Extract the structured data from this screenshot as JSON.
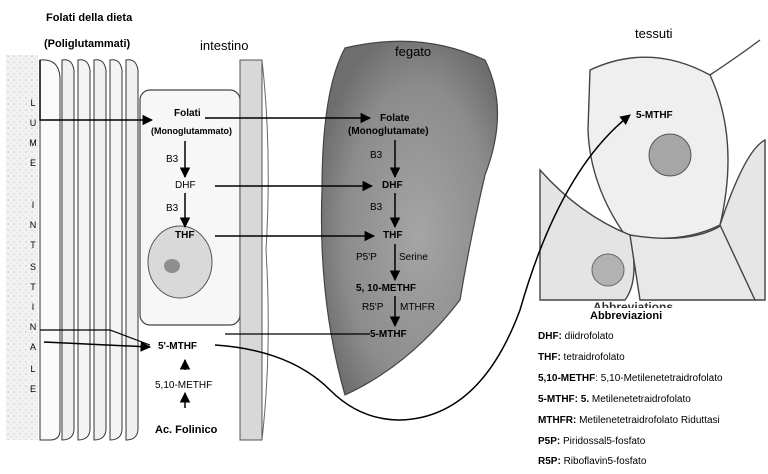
{
  "headings": {
    "diet_line1": "Folati della dieta",
    "diet_line2": "(Poliglutammati)",
    "intestine": "intestino",
    "liver": "fegato",
    "tissues": "tessuti"
  },
  "lumen_letters": [
    "L",
    "U",
    "M",
    "E",
    "I",
    "N",
    "T",
    "S",
    "T",
    "I",
    "N",
    "A",
    "L",
    "E"
  ],
  "intestine": {
    "folati": "Folati",
    "monoglut": "(Monoglutammato)",
    "b3_1": "B3",
    "dhf": "DHF",
    "b3_2": "B3",
    "thf": "THF",
    "mthf": "5'-MTHF",
    "metthf": "5,10-METHF",
    "acfolinico": "Ac. Folinico"
  },
  "liver": {
    "folate": "Folate",
    "monoglut": "(Monoglutamate)",
    "b3_1": "B3",
    "dhf": "DHF",
    "b3_2": "B3",
    "thf": "THF",
    "p5p": "P5'P",
    "serine": "Serine",
    "metthf": "5, 10-METHF",
    "r5p": "R5'P",
    "mthfr": "MTHFR",
    "mthf": "5-MTHF"
  },
  "tissue": {
    "mthf": "5-MTHF",
    "watermark": "Abbreviations"
  },
  "abbreviations": {
    "title": "Abbreviazioni",
    "items": [
      {
        "key": "DHF:",
        "value": " diidrofolato"
      },
      {
        "key": "THF:",
        "value": " tetraidrofolato"
      },
      {
        "key": "5,10-METHF",
        "value": ": 5,10-Metilenetetraidrofolato"
      },
      {
        "key": "5-MTHF: 5.",
        "value": " Metilenetetraidrofolato"
      },
      {
        "key": "MTHFR:",
        "value": " Metilenetetraidrofolato Riduttasi"
      },
      {
        "key": "P5P:",
        "value": " Piridossal5-fosfato"
      },
      {
        "key": "R5P:",
        "value": " Riboflavin5-fosfato"
      }
    ]
  },
  "colors": {
    "liver_fill": "#8f8f8f",
    "liver_light": "#c8c8c8",
    "tissue_fill": "#ececec",
    "nucleus": "#a8a8a8",
    "line": "#000000"
  }
}
